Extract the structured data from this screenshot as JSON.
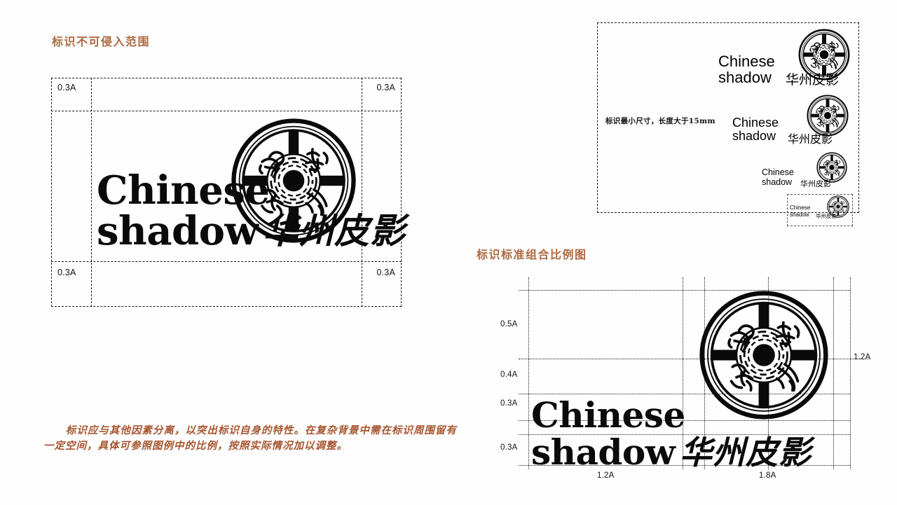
{
  "page": {
    "background_color": "#fefefe",
    "accent_color": "#ad6840",
    "ink_color": "#0a0a0a"
  },
  "sections": {
    "clearspace": {
      "title": "标识不可侵入范围",
      "corner_labels": [
        "0.3A",
        "0.3A",
        "0.3A",
        "0.3A"
      ],
      "note": "标识应与其他因素分离，以突出标识自身的特性。在复杂背景中需在标识周围留有一定空间，具体可参照图例中的比例，按照实际情况加以调整。"
    },
    "minsize": {
      "note": "标识最小尺寸，长度大于15mm"
    },
    "proportion": {
      "title": "标识标准组合比例图",
      "left_labels": [
        "0.5A",
        "0.4A",
        "0.3A",
        "0.3A"
      ],
      "right_labels": [
        "1.2A"
      ],
      "bottom_labels": [
        "1.2A",
        "1.8A"
      ]
    }
  },
  "logo": {
    "wordmark_line1": "Chinese",
    "wordmark_line2": "shadow",
    "wordmark_cn": "华州皮影",
    "mark_name": "circular-seal-emblem",
    "quadrant_glyphs": [
      "seal-glyph-nw",
      "seal-glyph-ne",
      "seal-glyph-sw",
      "seal-glyph-se"
    ]
  }
}
